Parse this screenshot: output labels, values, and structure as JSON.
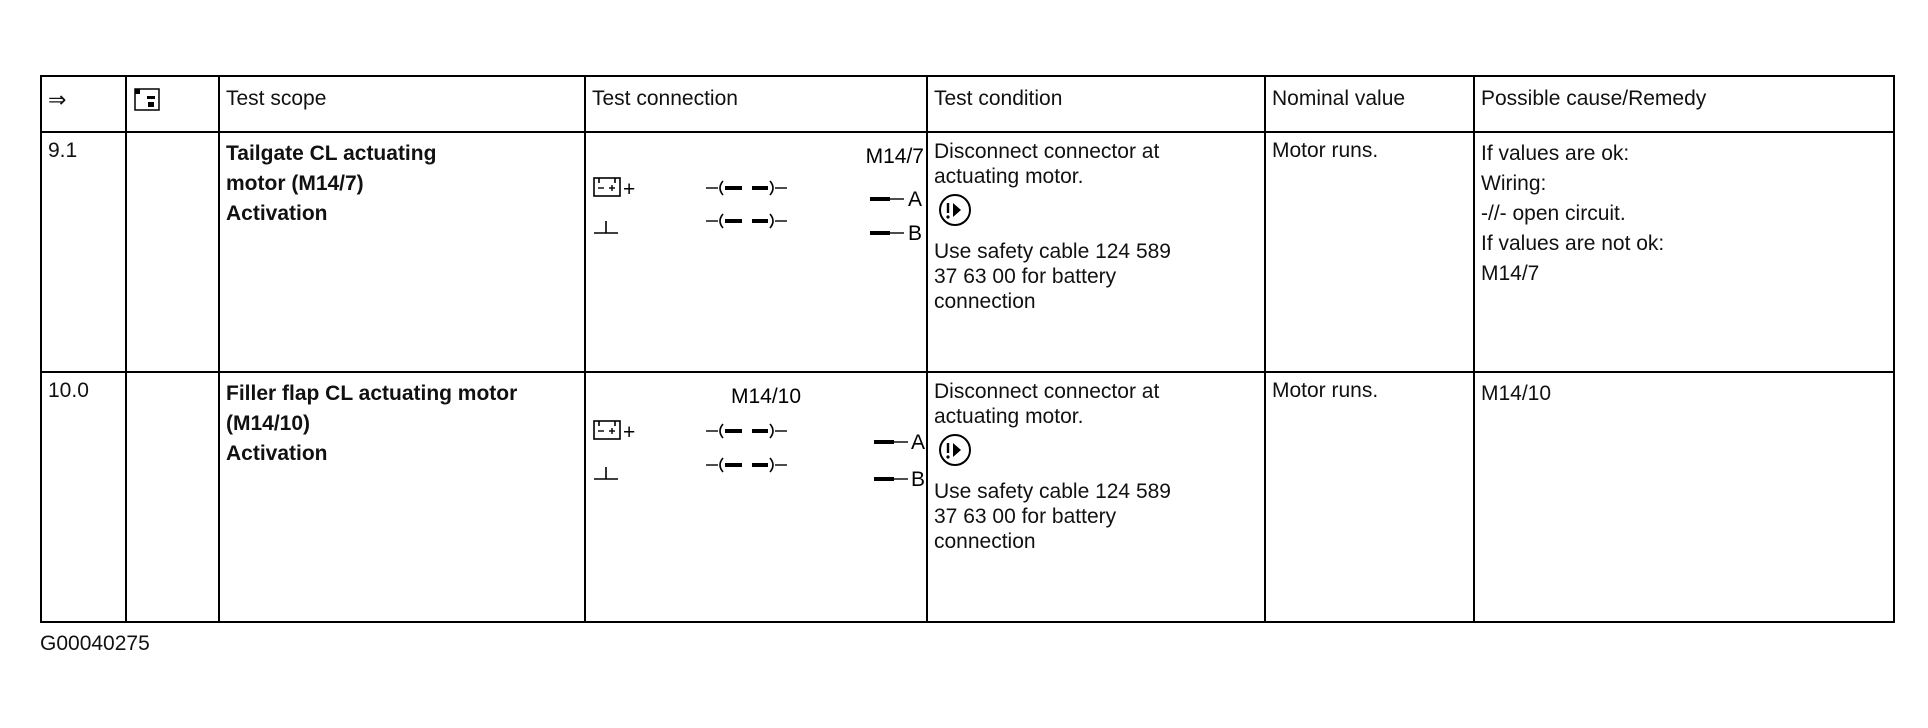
{
  "header": {
    "col1": "⇒",
    "col2_icon": "tester-icon",
    "col3": "Test scope",
    "col4": "Test connection",
    "col5": "Test condition",
    "col6": "Nominal value",
    "col7": "Possible cause/Remedy"
  },
  "rows": [
    {
      "step": "9.1",
      "scope": [
        "Tailgate CL actuating",
        "motor (M14/7)",
        "Activation"
      ],
      "connection": {
        "component": "M14/7",
        "pin_a": "A",
        "pin_b": "B",
        "battery_symbol": "+",
        "icons": [
          "battery-icon",
          "ground-icon",
          "connector-icon"
        ]
      },
      "condition": [
        "Disconnect connector at",
        "actuating motor.",
        "Use safety cable 124 589",
        "37 63 00 for battery",
        "connection"
      ],
      "condition_icon": "caution-icon",
      "nominal": "Motor runs.",
      "cause": [
        "If values are ok:",
        "Wiring:",
        "-//- open circuit.",
        "If values are not ok:",
        "M14/7"
      ]
    },
    {
      "step": "10.0",
      "scope": [
        "Filler flap CL actuating motor",
        "(M14/10)",
        "Activation"
      ],
      "connection": {
        "component": "M14/10",
        "pin_a": "A",
        "pin_b": "B",
        "battery_symbol": "+",
        "icons": [
          "battery-icon",
          "ground-icon",
          "connector-icon"
        ]
      },
      "condition": [
        "Disconnect connector at",
        "actuating motor.",
        "Use safety cable 124 589",
        "37 63 00 for battery",
        "connection"
      ],
      "condition_icon": "caution-icon",
      "nominal": "Motor runs.",
      "cause": [
        "M14/10"
      ]
    }
  ],
  "footer": {
    "code": "G00040275"
  }
}
